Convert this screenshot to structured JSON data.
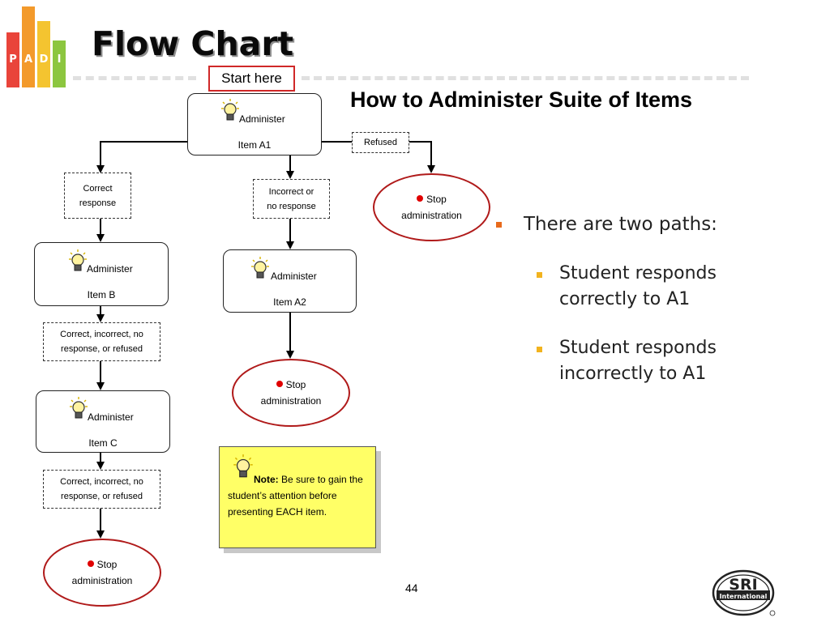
{
  "logo": {
    "letters": [
      "P",
      "A",
      "D",
      "I"
    ],
    "colors": [
      "#e9443a",
      "#f39a2b",
      "#f4c430",
      "#8cc63f"
    ]
  },
  "slide": {
    "title": "Flow Chart",
    "heading": "How to Administer Suite of Items",
    "page_number": "44"
  },
  "flowchart": {
    "start_label": "Start here",
    "item_a1": {
      "line1": "Administer",
      "line2": "Item A1"
    },
    "refused_label": "Refused",
    "correct_label": {
      "line1": "Correct",
      "line2": "response"
    },
    "incorrect_label": {
      "line1": "Incorrect or",
      "line2": "no response"
    },
    "stop_a1": {
      "line1": "Stop",
      "line2": "administration"
    },
    "item_b": {
      "line1": "Administer",
      "line2": "Item B"
    },
    "item_a2": {
      "line1": "Administer",
      "line2": "Item A2"
    },
    "after_b_label": {
      "line1": "Correct, incorrect, no",
      "line2": "response, or refused"
    },
    "stop_a2": {
      "line1": "Stop",
      "line2": "administration"
    },
    "item_c": {
      "line1": "Administer",
      "line2": "Item C"
    },
    "after_c_label": {
      "line1": "Correct, incorrect, no",
      "line2": "response, or refused"
    },
    "stop_c": {
      "line1": "Stop",
      "line2": "administration"
    }
  },
  "note": {
    "label": "Note:",
    "text": "Be sure to gain the student’s attention before presenting EACH item."
  },
  "bullets": {
    "main": "There are two paths:",
    "main_color": "#e86a1c",
    "sub_color": "#f2b31e",
    "sub": [
      "Student responds correctly to A1",
      "Student responds incorrectly to A1"
    ]
  },
  "footer": {
    "sri_logo_text": "SRI",
    "sri_logo_subtext": "International",
    "icons": [
      "lightbulb-icon",
      "stop-dot-icon",
      "sri-logo"
    ]
  }
}
